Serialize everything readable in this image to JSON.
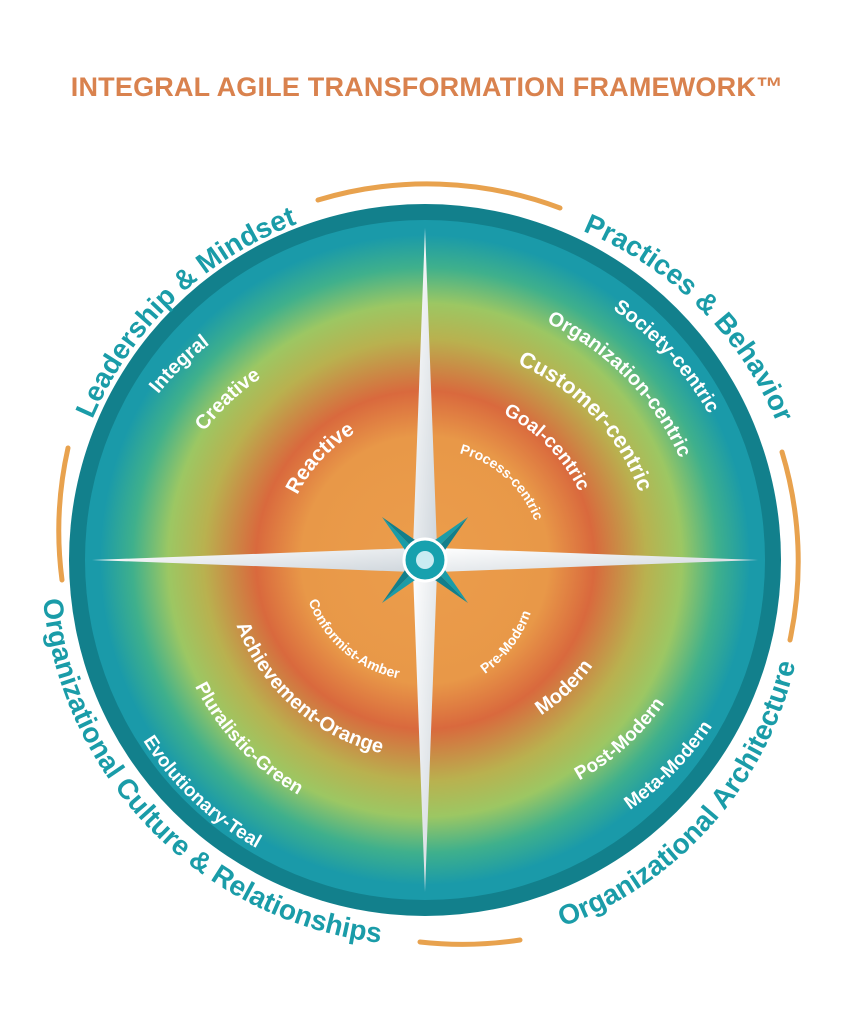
{
  "title": "INTEGRAL AGILE TRANSFORMATION FRAMEWORK™",
  "colors": {
    "title": "#d9824e",
    "teal": "#1a9ca8",
    "teal_dark": "#12808c",
    "green": "#9cc763",
    "orange_red": "#d9693d",
    "orange": "#e99f4b",
    "arc": "#e8a24e"
  },
  "quadrants": {
    "top_left": "Leadership & Mindset",
    "top_right": "Practices & Behavior",
    "bottom_left": "Organizational Culture & Relationships",
    "bottom_right": "Organizational Architecture"
  },
  "rings": {
    "top_left": [
      "Reactive",
      "Creative",
      "Integral"
    ],
    "top_right": [
      "Process-centric",
      "Goal-centric",
      "Customer-centric",
      "Organization-centric",
      "Society-centric"
    ],
    "bottom_left": [
      "Conformist-Amber",
      "Achievement-Orange",
      "Pluralistic-Green",
      "Evolutionary-Teal"
    ],
    "bottom_right": [
      "Pre-Modern",
      "Modern",
      "Post-Modern",
      "Meta-Modern"
    ]
  },
  "icons": {
    "center": "compass-star-icon"
  }
}
